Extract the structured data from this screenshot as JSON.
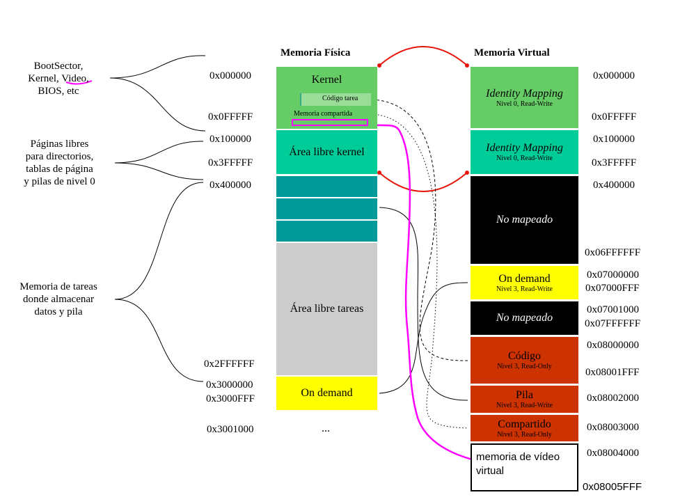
{
  "titles": {
    "physical": "Memoria Física",
    "virtual": "Memoria Virtual"
  },
  "left_labels": {
    "boot": [
      "BootSector,",
      "Kernel, Video,",
      "BIOS, etc"
    ],
    "free_pages": [
      "Páginas libres",
      "para directorios,",
      "tablas de página",
      "y pilas de nivel 0"
    ],
    "task_mem": [
      "Memoria de tareas",
      "donde almacenar",
      "datos y pila"
    ]
  },
  "physical_addresses": [
    "0x000000",
    "0x0FFFFF",
    "0x100000",
    "0x3FFFFF",
    "0x400000",
    "0x2FFFFFF",
    "0x3000000",
    "0x3000FFF",
    "0x3001000"
  ],
  "physical_blocks": {
    "kernel": "Kernel",
    "codigo_tarea": "Código tarea",
    "memoria_compartida": "Memoria compartida",
    "area_kernel": "Área libre kernel",
    "area_tareas": "Área libre tareas",
    "on_demand": "On demand",
    "ellipsis": "..."
  },
  "virtual_blocks": {
    "identity1": {
      "main": "Identity Mapping",
      "sub": "Nivel 0, Read-Write"
    },
    "identity2": {
      "main": "Identity Mapping",
      "sub": "Nivel 0, Read-Write"
    },
    "nomap1": {
      "main": "No mapeado"
    },
    "ondemand": {
      "main": "On demand",
      "sub": "Nivel 3, Read-Write"
    },
    "nomap2": {
      "main": "No mapeado"
    },
    "codigo": {
      "main": "Código",
      "sub": "Nivel 3, Read-Only"
    },
    "pila": {
      "main": "Pila",
      "sub": "Nivel 3, Read-Write"
    },
    "compartido": {
      "main": "Compartido",
      "sub": "Nivel 3, Read-Only"
    },
    "video": {
      "main": "memoria de vídeo virtual"
    }
  },
  "virtual_addresses": [
    "0x000000",
    "0x0FFFFF",
    "0x100000",
    "0x3FFFFF",
    "0x400000",
    "0x06FFFFFF",
    "0x07000000",
    "0x07000FFF",
    "0x07001000",
    "0x07FFFFFF",
    "0x08000000",
    "0x08001FFF",
    "0x08002000",
    "0x08003000",
    "0x08004000",
    "0x08005FFF"
  ],
  "colors": {
    "kernel_green": "#66cc66",
    "teal_light": "#00cc99",
    "teal_dark": "#009999",
    "gray": "#cccccc",
    "yellow": "#ffff00",
    "red_brown": "#cc3300",
    "black": "#000000",
    "magenta": "#ff00ff",
    "red": "#e8140a"
  }
}
